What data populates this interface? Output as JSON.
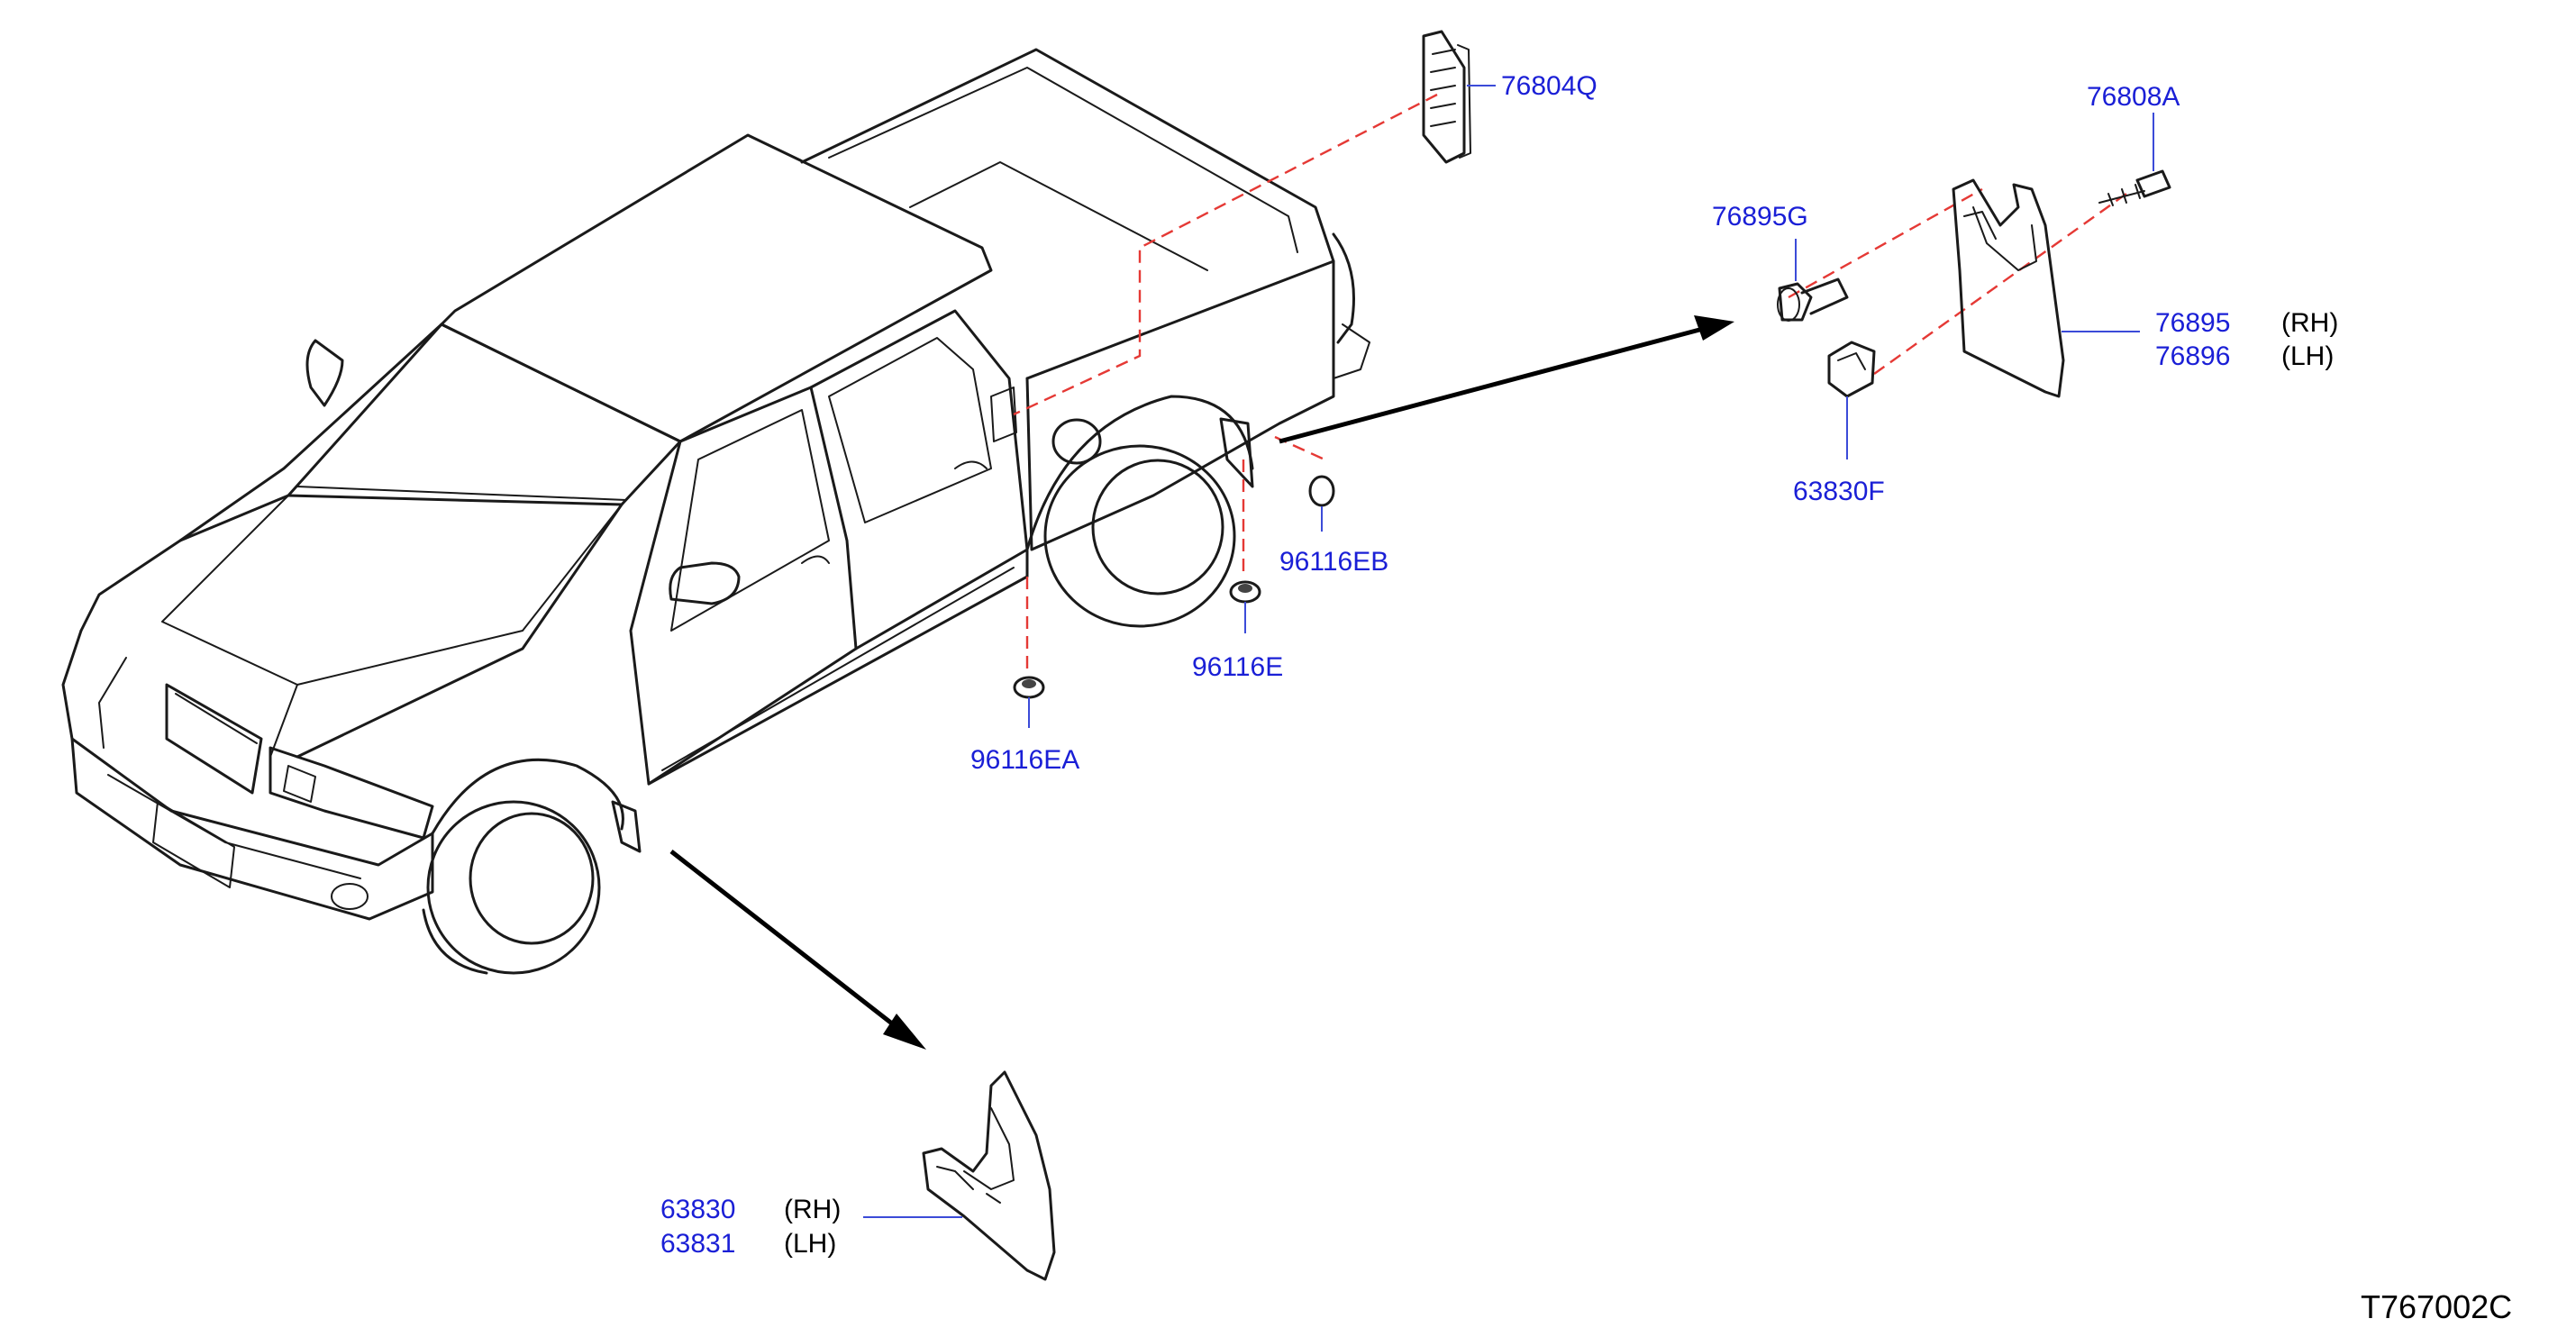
{
  "parts": {
    "p76804Q": "76804Q",
    "p76808A": "76808A",
    "p76895G": "76895G",
    "p76895": "76895",
    "p76896": "76896",
    "p63830F": "63830F",
    "p96116EB": "96116EB",
    "p96116E": "96116E",
    "p96116EA": "96116EA",
    "p63830": "63830",
    "p63831": "63831"
  },
  "sides": {
    "rh": "(RH)",
    "lh": "(LH)"
  },
  "diagram_code": "T767002C",
  "colors": {
    "part_number": "#1a1fd6",
    "guide_line": "#e53935",
    "leader": "#3b4bd8"
  }
}
